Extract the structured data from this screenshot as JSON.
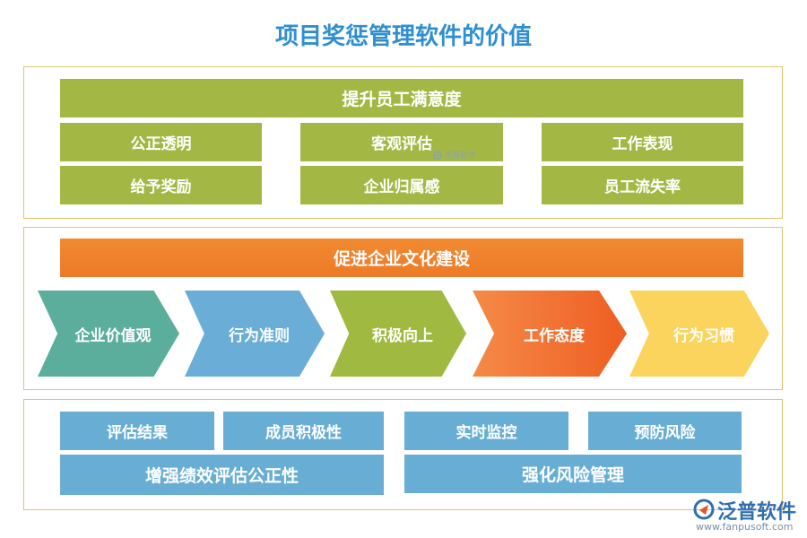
{
  "title": "项目奖惩管理软件的价值",
  "section1": {
    "header": "提升员工满意度",
    "items": [
      "公正透明",
      "客观评估",
      "工作表现",
      "给予奖励",
      "企业归属感",
      "员工流失率"
    ]
  },
  "section2": {
    "header": "促进企业文化建设",
    "steps": [
      {
        "label": "企业价值观",
        "color": "#5cae9c"
      },
      {
        "label": "行为准则",
        "color": "#6aaed8"
      },
      {
        "label": "积极向上",
        "color": "#9fb941"
      },
      {
        "label": "工作态度",
        "color": "#f07030"
      },
      {
        "label": "行为习惯",
        "color": "#fbd45e"
      }
    ]
  },
  "section3": {
    "left_items": [
      "评估结果",
      "成员积极性"
    ],
    "left_header": "增强绩效评估公正性",
    "right_items": [
      "实时监控",
      "预防风险"
    ],
    "right_header": "强化风险管理"
  },
  "watermark": "泛普软件",
  "brand": {
    "name": "泛普软件",
    "url": "www.fanpusoft.com",
    "color": "#2f6fb0"
  }
}
